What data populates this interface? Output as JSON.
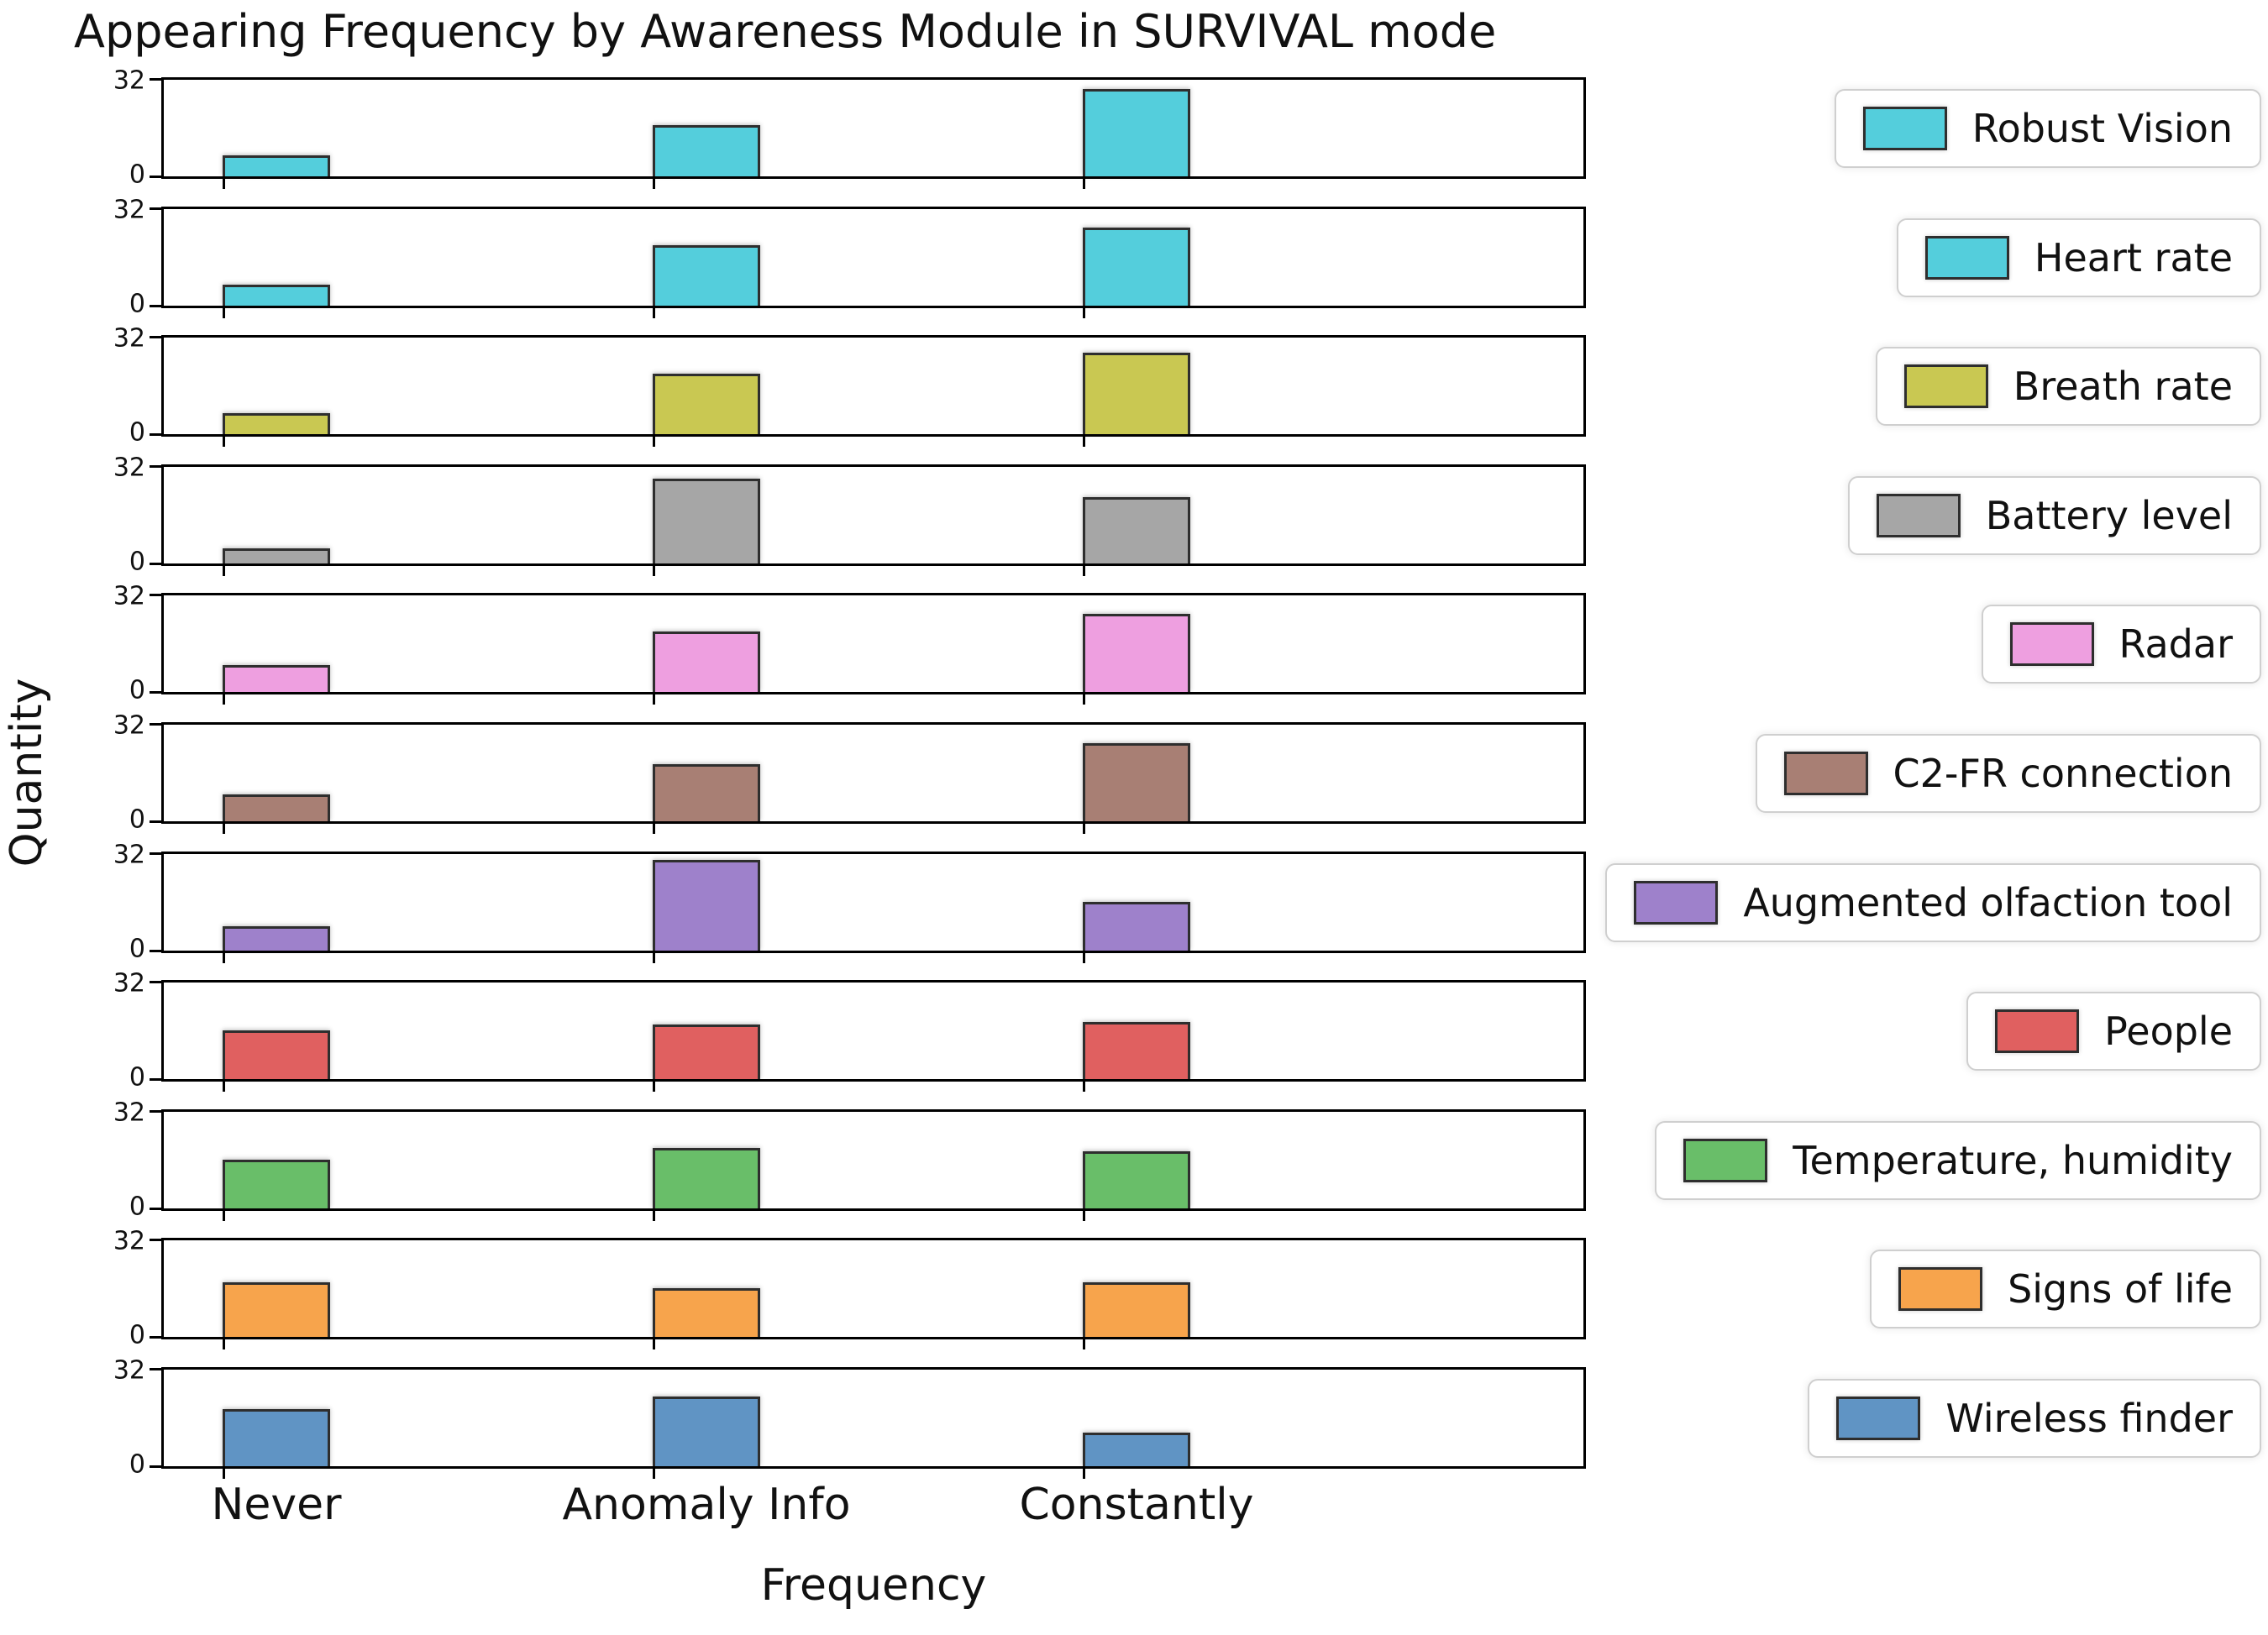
{
  "chart_data": {
    "type": "bar",
    "title": "Appearing Frequency by Awareness Module in SURVIVAL mode",
    "xlabel": "Frequency",
    "ylabel": "Quantity",
    "categories": [
      "Never",
      "Anomaly Info",
      "Constantly"
    ],
    "ylim": [
      0,
      32
    ],
    "yticks": [
      0,
      32
    ],
    "ytick_labels": [
      "32",
      "0"
    ],
    "grid": false,
    "legend_position": "right of each subplot, one boxed legend per series",
    "layout": "11 vertically stacked subplots, one series each, shared x axis labels at bottom",
    "edge_color": "#2e2e2e",
    "series": [
      {
        "name": "Robust Vision",
        "color": "#54CEDC",
        "values": [
          7,
          17,
          29
        ]
      },
      {
        "name": "Heart rate",
        "color": "#54CEDC",
        "values": [
          7,
          20,
          26
        ]
      },
      {
        "name": "Breath rate",
        "color": "#C9C852",
        "values": [
          7,
          20,
          27
        ]
      },
      {
        "name": "Battery level",
        "color": "#A6A6A6",
        "values": [
          5,
          28,
          22
        ]
      },
      {
        "name": "Radar",
        "color": "#EE9FE0",
        "values": [
          9,
          20,
          26
        ]
      },
      {
        "name": "C2-FR connection",
        "color": "#A87F74",
        "values": [
          9,
          19,
          26
        ]
      },
      {
        "name": "Augmented olfaction tool",
        "color": "#9E81CB",
        "values": [
          8,
          30,
          16
        ]
      },
      {
        "name": "People",
        "color": "#E06060",
        "values": [
          16,
          18,
          19
        ]
      },
      {
        "name": "Temperature, humidity",
        "color": "#69BE69",
        "values": [
          16,
          20,
          19
        ]
      },
      {
        "name": "Signs of life",
        "color": "#F7A44C",
        "values": [
          18,
          16,
          18
        ]
      },
      {
        "name": "Wireless finder",
        "color": "#6094C4",
        "values": [
          19,
          23,
          11
        ]
      }
    ]
  }
}
